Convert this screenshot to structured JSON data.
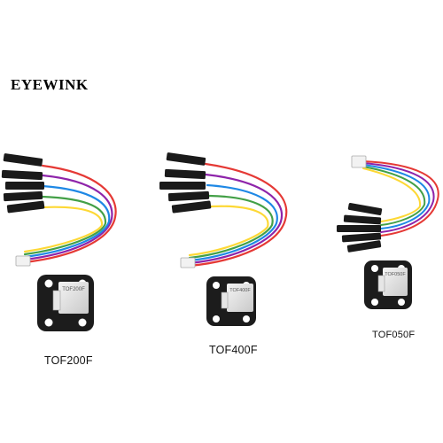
{
  "brand": {
    "name": "EYEWINK"
  },
  "products": [
    {
      "caption": "TOF200F",
      "board_label": "TOF200F"
    },
    {
      "caption": "TOF400F",
      "board_label": "TOF400F"
    },
    {
      "caption": "TOF050F",
      "board_label": "TOF050F"
    }
  ],
  "colors": {
    "background": "#ffffff",
    "board": "#1c1c1c",
    "wires": [
      "#e53935",
      "#8e24aa",
      "#1e88e5",
      "#43a047",
      "#fdd835"
    ]
  }
}
